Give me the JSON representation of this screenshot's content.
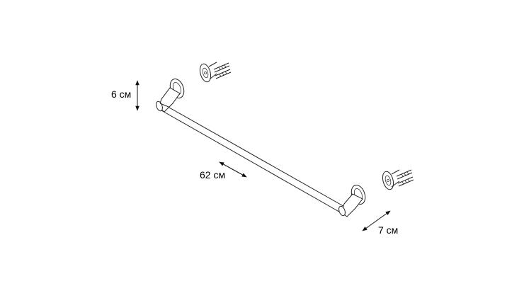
{
  "dimensions": {
    "height": "6 см",
    "length": "62 см",
    "depth": "7 см"
  }
}
